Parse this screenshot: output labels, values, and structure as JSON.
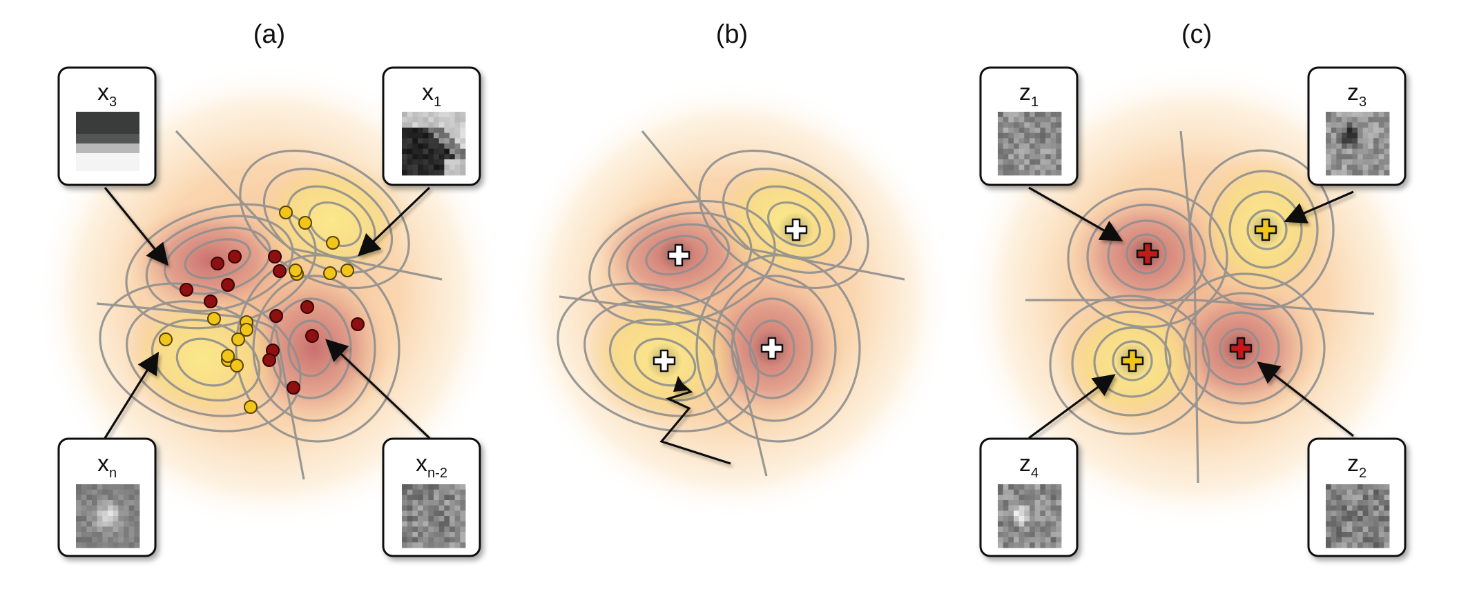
{
  "figure": {
    "panels": [
      {
        "label": "(a)",
        "boxes": [
          {
            "name": "x-3-box",
            "base": "x",
            "sub": "3",
            "image": "vertical gradient patch"
          },
          {
            "name": "x-1-box",
            "base": "x",
            "sub": "1",
            "image": "dark blob patch"
          },
          {
            "name": "x-n-box",
            "base": "x",
            "sub": "n",
            "image": "noisy patch with bright spot"
          },
          {
            "name": "x-n-2-box",
            "base": "x",
            "sub": "n-2",
            "image": "noisy patch"
          }
        ],
        "points": {
          "dark_red_count": 14,
          "yellow_count": 16
        }
      },
      {
        "label": "(b)",
        "markers": [
          "white-plus",
          "white-plus",
          "white-plus",
          "white-plus"
        ],
        "path": "zigzag trajectory ending in arrow"
      },
      {
        "label": "(c)",
        "boxes": [
          {
            "name": "z-1-box",
            "base": "z",
            "sub": "1",
            "image": "noisy patch"
          },
          {
            "name": "z-3-box",
            "base": "z",
            "sub": "3",
            "image": "noisy patch with dark center"
          },
          {
            "name": "z-4-box",
            "base": "z",
            "sub": "4",
            "image": "noisy patch with bright spot"
          },
          {
            "name": "z-2-box",
            "base": "z",
            "sub": "2",
            "image": "noisy patch"
          }
        ],
        "markers": [
          "red-plus",
          "yellow-plus",
          "yellow-plus",
          "red-plus"
        ]
      }
    ],
    "colors": {
      "red_mode": "#c06a6a",
      "yellow_mode": "#f6e07a",
      "contour": "#8f8f8f",
      "dark_point": "#8e1010",
      "yellow_point": "#f2c51b"
    }
  }
}
